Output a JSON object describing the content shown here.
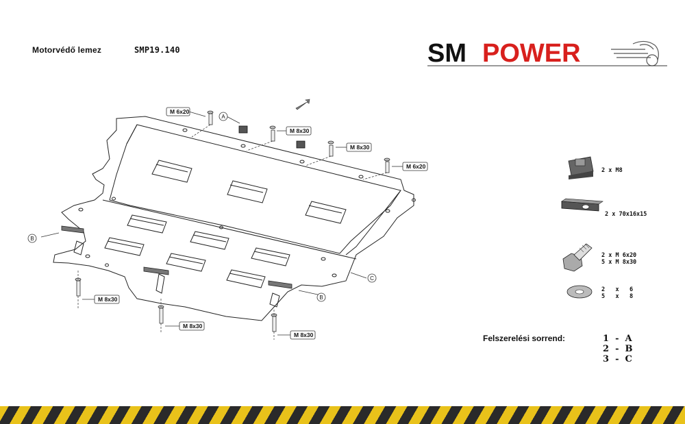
{
  "header": {
    "title": "Motorvédő lemez",
    "code": "SMP19.140"
  },
  "logo": {
    "part1": "SM",
    "part2": "POWER",
    "brand_color": "#d8201d"
  },
  "labels": {
    "bolt_m6_a": "M 6x20",
    "bolt_m8_a": "M 8x30",
    "bolt_m8_b": "M 8x30",
    "bolt_m6_b": "M 6x20",
    "bolt_m8_left": "M 8x30",
    "bolt_m8_mid": "M 8x30",
    "bolt_m8_right": "M 8x30",
    "callout_a": "A",
    "callout_b_left": "B",
    "callout_b_right": "B",
    "callout_c": "C"
  },
  "parts": {
    "nut": "2  x  M8",
    "plate": "2 x 70x16x15",
    "bolts_line1": "2 x M 6x20",
    "bolts_line2": "5 x M 8x30",
    "washers_line1": "2   x   6",
    "washers_line2": "5   x   8"
  },
  "assembly": {
    "title": "Felszerelési sorrend:",
    "steps": [
      "1  -  A",
      "2  -  B",
      "3  -  C"
    ]
  },
  "colors": {
    "hazard_yellow": "#e9c21a",
    "hazard_black": "#2a2a2a"
  }
}
